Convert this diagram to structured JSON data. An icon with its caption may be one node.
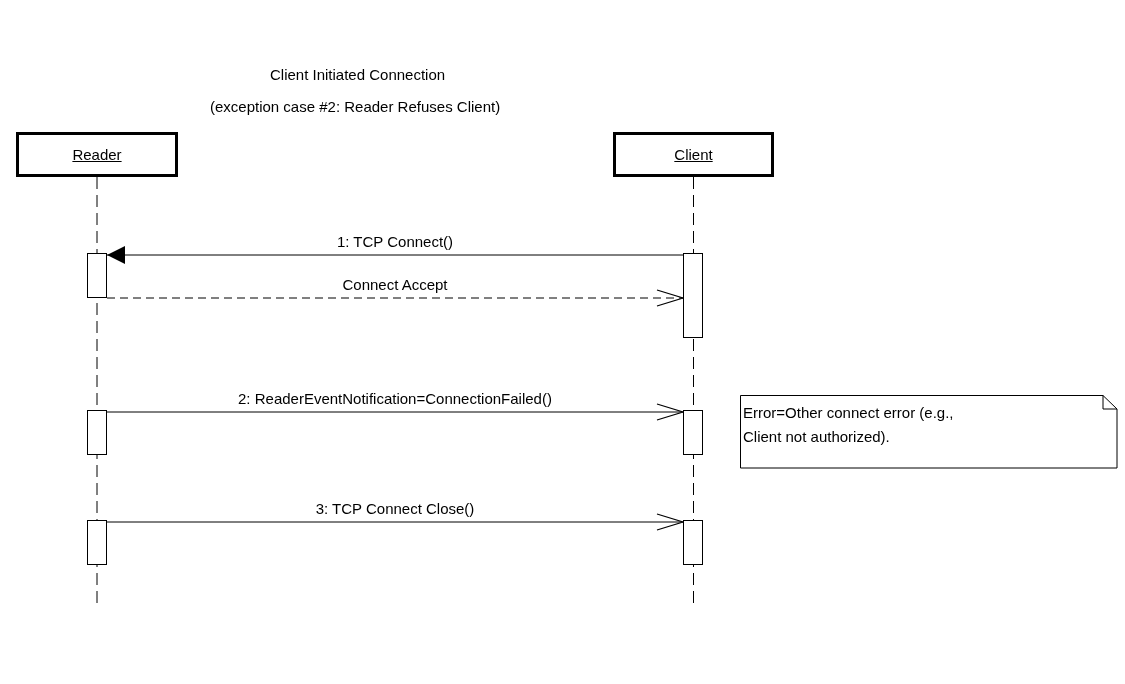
{
  "diagram": {
    "title": "Client Initiated Connection",
    "nodes": [
      {
        "text": [
          "Reader"
        ]
      },
      {
        "text": [
          "Client"
        ]
      },
      {
        "text": [
          "Error=Other connect error (e.g., Client not authorized)."
        ]
      },
      {
        "text": [],
        "shape": "bar"
      },
      {
        "text": [],
        "shape": "bar"
      },
      {
        "text": [],
        "shape": "bar"
      },
      {
        "text": [],
        "shape": "bar"
      },
      {
        "text": [],
        "shape": "bar"
      },
      {
        "text": [],
        "shape": "bar"
      }
    ],
    "edges": [
      {
        "from": 6,
        "to": 3,
        "arrow": "to",
        "label": "1: TCP Connect()"
      },
      {
        "from": 3,
        "to": 6,
        "arrow": "to",
        "label": "Connect Accept",
        "style": "dashed"
      },
      {
        "from": 4,
        "to": 7,
        "arrow": "to",
        "label": "2: ReaderEventNotification=ConnectionFailed()"
      },
      {
        "from": 5,
        "to": 8,
        "arrow": "to",
        "label": "3: TCP Connect Close()"
      }
    ],
    "labels": [
      "(exception case #2: Reader Refuses Client)"
    ]
  }
}
